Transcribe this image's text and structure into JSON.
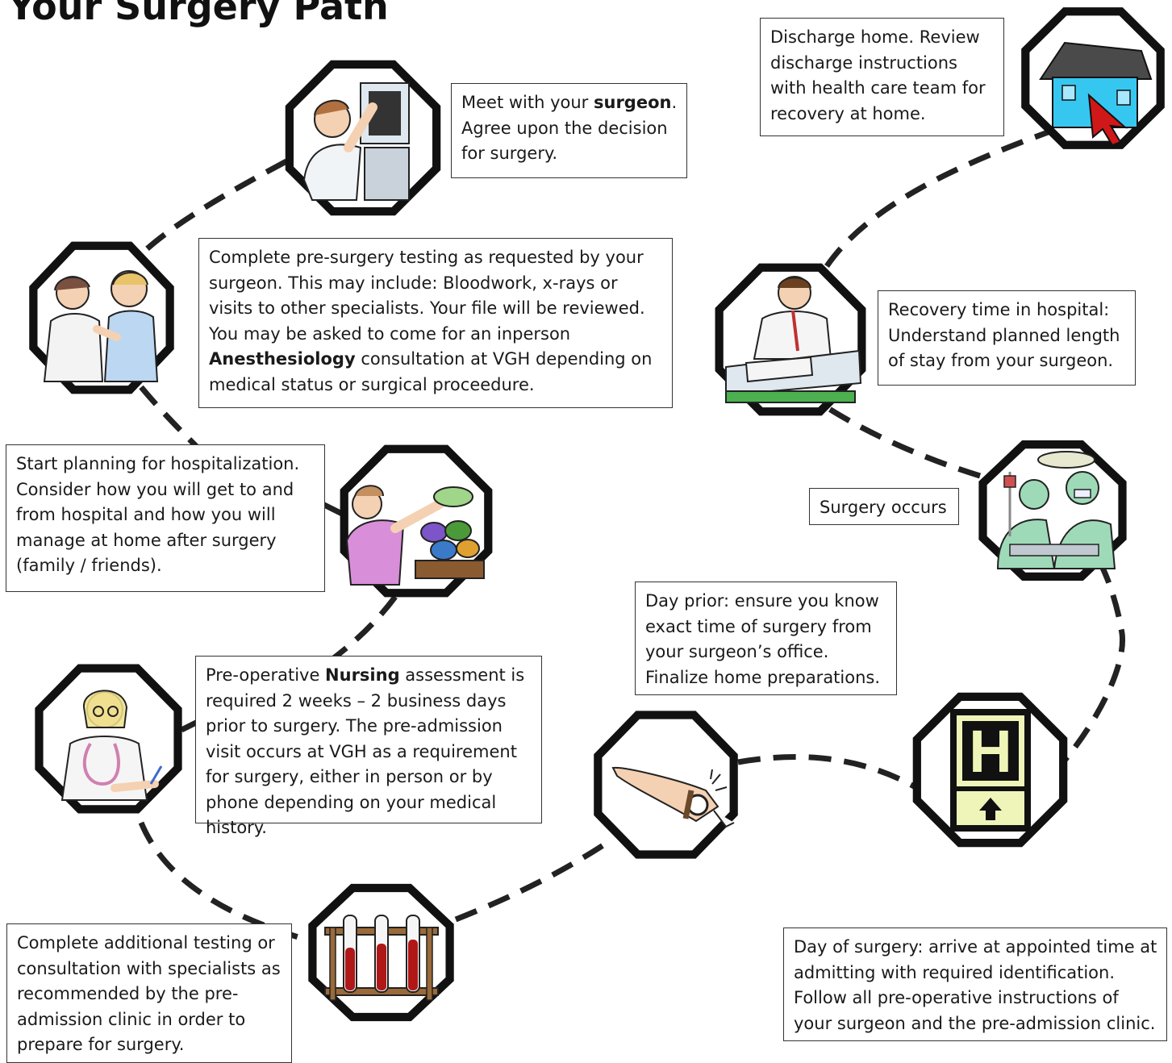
{
  "title": "Your Surgery Path",
  "steps": [
    {
      "id": "surgeon",
      "icon": "doctor-xray-icon",
      "parts": [
        [
          "Meet with your ",
          false
        ],
        [
          "surgeon",
          true
        ],
        [
          ". Agree upon the decision for surgery.",
          false
        ]
      ]
    },
    {
      "id": "testing",
      "icon": "doctor-exam-icon",
      "parts": [
        [
          "Complete pre-surgery testing as requested by your surgeon. This may include: Bloodwork, x-rays or visits to other specialists. Your file will be reviewed. You may be asked to come for an inperson ",
          false
        ],
        [
          "Anesthesiology",
          true
        ],
        [
          " consultation at VGH depending on medical status or surgical proceedure.",
          false
        ]
      ]
    },
    {
      "id": "planning",
      "icon": "packing-icon",
      "parts": [
        [
          "Start planning for hospitalization. Consider how you will get to and from hospital and how you will manage at home after surgery (family / friends).",
          false
        ]
      ]
    },
    {
      "id": "nursing",
      "icon": "nurse-icon",
      "parts": [
        [
          "Pre-operative ",
          false
        ],
        [
          "Nursing",
          true
        ],
        [
          " assessment is required 2 weeks – 2 business days prior to surgery. The pre-admission visit occurs at VGH as a requirement for surgery, either in person or by phone depending on your medical history.",
          false
        ]
      ]
    },
    {
      "id": "additional",
      "icon": "test-tubes-icon",
      "parts": [
        [
          "Complete additional testing or consultation with specialists as recommended by the pre-admission clinic in order to prepare for surgery.",
          false
        ]
      ]
    },
    {
      "id": "dayprior",
      "icon": "wristwatch-icon",
      "parts": [
        [
          "Day prior: ensure you know exact time of surgery from your surgeon’s office. Finalize home preparations.",
          false
        ]
      ]
    },
    {
      "id": "dayof",
      "icon": "hospital-sign-icon",
      "parts": [
        [
          "Day of surgery: arrive at appointed time at admitting with required identification. Follow all pre-operative instructions of your surgeon and the pre-admission clinic.",
          false
        ]
      ]
    },
    {
      "id": "surgery",
      "icon": "surgeons-icon",
      "parts": [
        [
          "Surgery occurs",
          false
        ]
      ]
    },
    {
      "id": "recovery",
      "icon": "patient-bed-icon",
      "parts": [
        [
          "Recovery time in hospital: Understand planned length of stay from your surgeon.",
          false
        ]
      ]
    },
    {
      "id": "discharge",
      "icon": "home-icon",
      "parts": [
        [
          "Discharge home. Review discharge instructions with health care team for recovery at home.",
          false
        ]
      ]
    }
  ],
  "colors": {
    "path": "#222222",
    "octagon_border": "#111111",
    "box_border": "#333333"
  }
}
